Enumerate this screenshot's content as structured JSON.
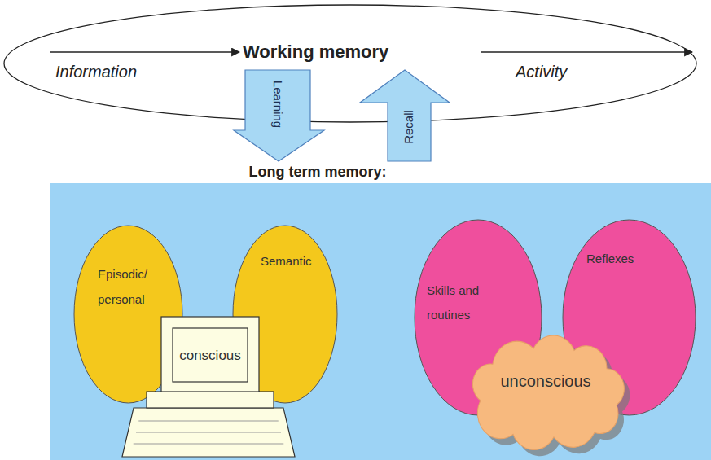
{
  "diagram": {
    "nodes": [
      {
        "text": [
          "Information"
        ]
      },
      {
        "text": [
          "Working memory"
        ]
      },
      {
        "text": [
          "Activity"
        ]
      },
      {
        "text": [
          "Learning"
        ]
      },
      {
        "text": [
          "Recall"
        ]
      },
      {
        "text": [
          "Long term memory:"
        ]
      },
      {
        "text": [
          "Episodic/ personal"
        ],
        "in": 5
      },
      {
        "text": [
          "Semantic"
        ],
        "in": 5
      },
      {
        "text": [
          "conscious"
        ],
        "in": 5
      },
      {
        "text": [
          "Skills and routines"
        ],
        "in": 5
      },
      {
        "text": [
          "Reflexes"
        ],
        "in": 5
      },
      {
        "text": [
          "unconscious"
        ],
        "in": 5
      }
    ],
    "edges": [
      {
        "from": 0,
        "to": 1,
        "arrow": "to"
      },
      {
        "from": 1,
        "to": 2,
        "arrow": "to"
      }
    ]
  }
}
